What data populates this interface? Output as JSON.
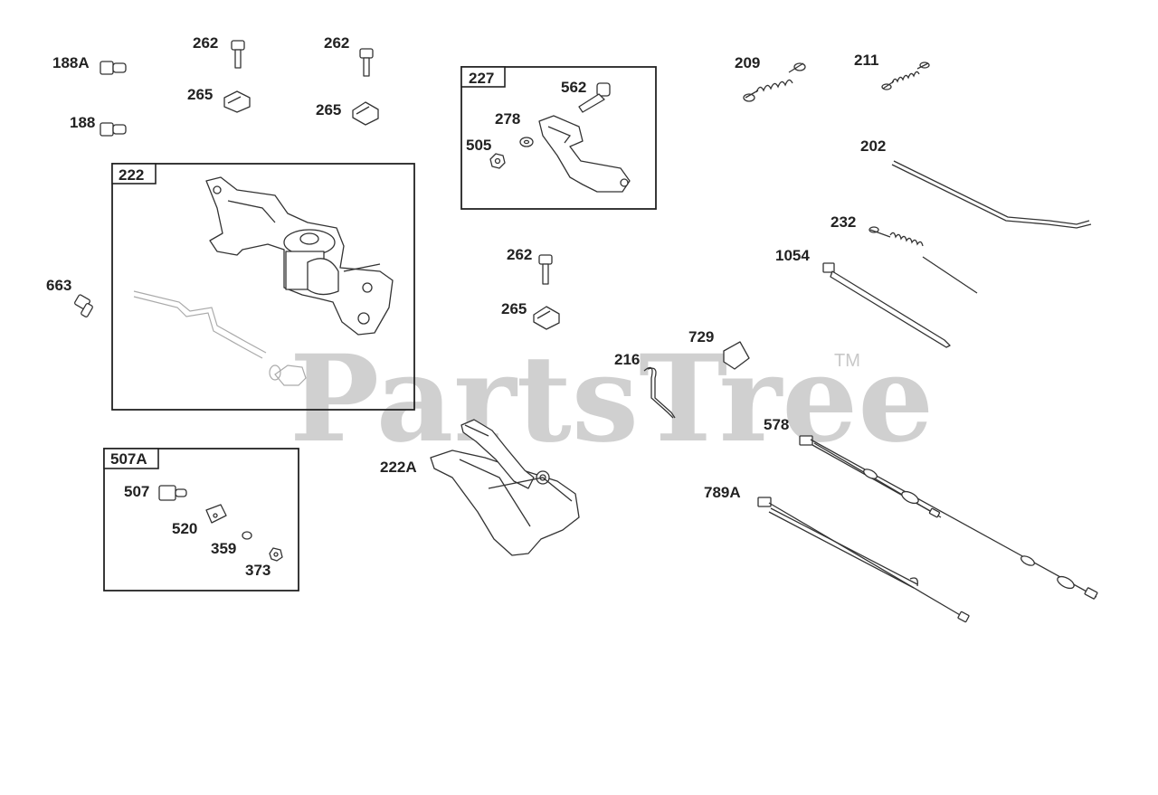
{
  "watermark": {
    "text": "PartsTree",
    "trademark": "TM"
  },
  "boxes": {
    "b222": "222",
    "b227": "227",
    "b507A": "507A"
  },
  "labels": {
    "p188A": "188A",
    "p188": "188",
    "p262a": "262",
    "p262b": "262",
    "p262c": "262",
    "p265a": "265",
    "p265b": "265",
    "p265c": "265",
    "p663": "663",
    "p562": "562",
    "p278": "278",
    "p505": "505",
    "p209": "209",
    "p211": "211",
    "p202": "202",
    "p232": "232",
    "p1054": "1054",
    "p729": "729",
    "p216": "216",
    "p578": "578",
    "p789A": "789A",
    "p222A": "222A",
    "p507": "507",
    "p520": "520",
    "p359": "359",
    "p373": "373"
  }
}
